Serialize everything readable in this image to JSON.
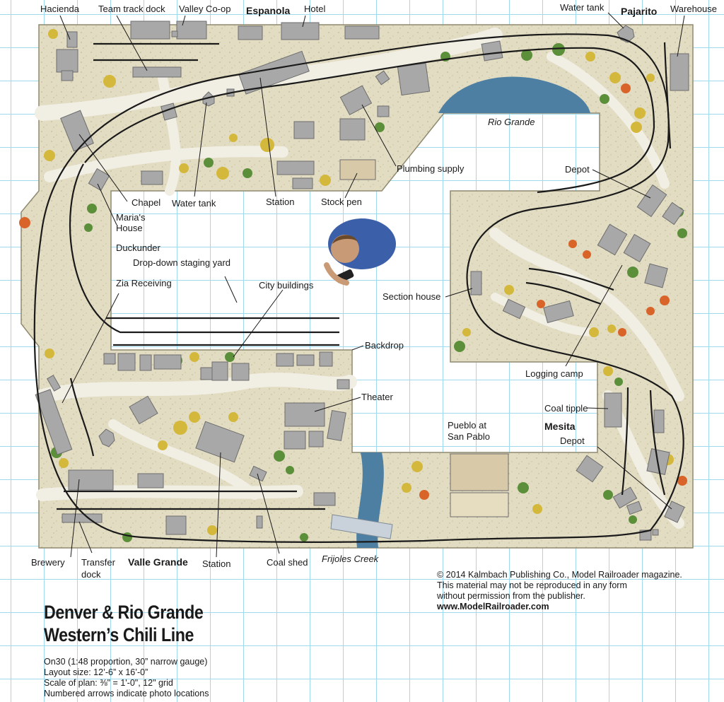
{
  "labels": {
    "hacienda": "Hacienda",
    "team_track_dock": "Team track dock",
    "valley_coop": "Valley Co-op",
    "espanola": "Espanola",
    "hotel": "Hotel",
    "water_tank_pajarito": "Water tank",
    "pajarito": "Pajarito",
    "warehouse": "Warehouse",
    "rio_grande": "Rio Grande",
    "plumbing_supply": "Plumbing supply",
    "depot_pajarito": "Depot",
    "chapel": "Chapel",
    "water_tank_espanola": "Water tank",
    "station_espanola": "Station",
    "stock_pen": "Stock pen",
    "marias_house": "Maria's House",
    "duckunder": "Duckunder",
    "drop_down_staging": "Drop-down staging yard",
    "zia_receiving": "Zia Receiving",
    "city_buildings": "City buildings",
    "section_house": "Section house",
    "backdrop": "Backdrop",
    "logging_camp": "Logging camp",
    "theater": "Theater",
    "coal_tipple": "Coal tipple",
    "pueblo_line1": "Pueblo at",
    "pueblo_line2": "San Pablo",
    "mesita": "Mesita",
    "depot_mesita": "Depot",
    "brewery": "Brewery",
    "transfer_line1": "Transfer",
    "transfer_line2": "dock",
    "valle_grande": "Valle Grande",
    "station_valle": "Station",
    "coal_shed": "Coal shed",
    "frijoles_creek": "Frijoles Creek"
  },
  "title": {
    "line1": "Denver & Rio Grande",
    "line2": "Western’s Chili Line"
  },
  "specs": {
    "line1": "On30 (1:48 proportion, 30” narrow gauge)",
    "line2": "Layout size: 12’-6” x 16’-0”",
    "line3": "Scale of plan: ⅜\" = 1'-0\", 12\" grid",
    "line4": "Numbered arrows indicate photo locations"
  },
  "copyright": {
    "line1": "© 2014 Kalmbach Publishing Co., Model Railroader magazine.",
    "line2": "This material may not be reproduced in any form",
    "line3": "without permission from the publisher.",
    "url": "www.ModelRailroader.com"
  },
  "colors": {
    "grid": "#9fd9ee",
    "terrain": "#e2dcc2",
    "road": "#efece2",
    "water": "#4d7fa3",
    "track": "#1a1a1a",
    "building": "#a8a8a8",
    "tree_green": "#5c8f3a",
    "tree_yellow": "#d4b83c",
    "tree_orange": "#d9642a"
  }
}
